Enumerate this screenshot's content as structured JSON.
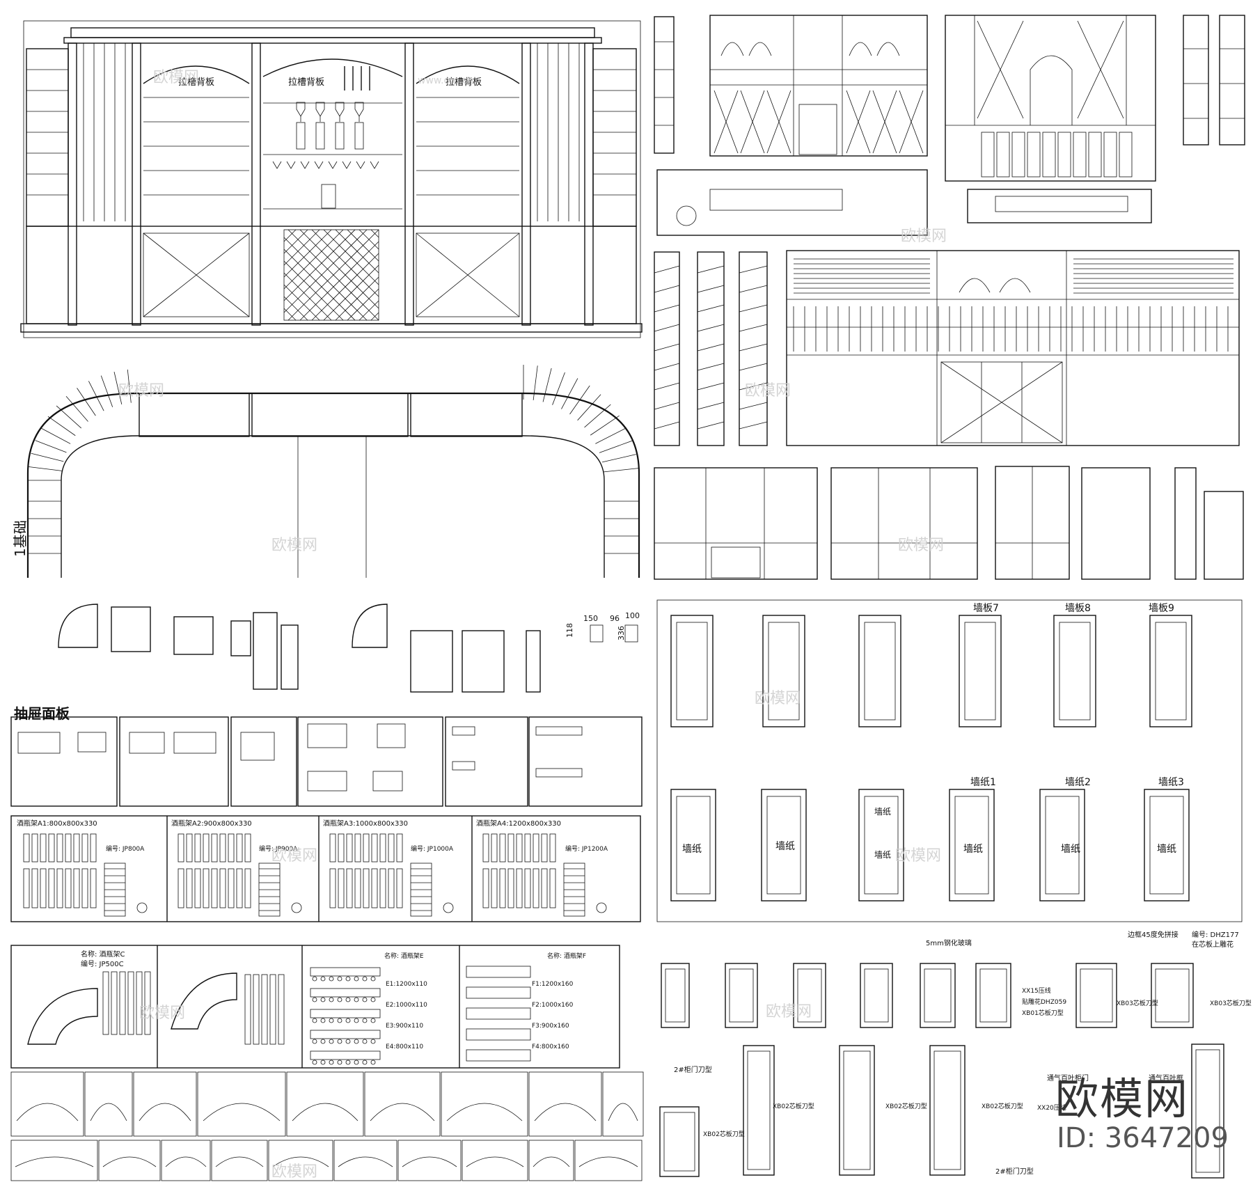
{
  "labels": {
    "back_panel": "拉槽背板",
    "foundation": "1基础",
    "drawer_panel": "抽屉面板",
    "wall_panel_7": "墙板7",
    "wall_panel_8": "墙板8",
    "wall_panel_9": "墙板9",
    "wallpaper_1": "墙纸1",
    "wallpaper_2": "墙纸2",
    "wallpaper_3": "墙纸3",
    "wallpaper": "墙纸",
    "glass": "5mm钢化玻璃",
    "frame_code": "编号: DHZ177",
    "frame_note": "边框45度免拼接",
    "frame_note2": "在芯板上雕花",
    "door_cutter_2": "2#柜门刀型",
    "louver_door": "通气百叶柜门",
    "louver_frame": "通气百叶框",
    "xb02": "XB02芯板刀型",
    "xb03": "XB03芯板刀型",
    "xx15": "XX15压线",
    "relief": "贴雕花DHZ059",
    "xb01": "XB01芯板刀型",
    "xx20": "XX20压线"
  },
  "rack_labels": {
    "a1": "酒瓶架A1:800x800x330",
    "a2": "酒瓶架A2:900x800x330",
    "a3": "酒瓶架A3:1000x800x330",
    "a4": "酒瓶架A4:1200x800x330",
    "e1": "E1:1200x110",
    "e2": "E2:1000x110",
    "e3": "E3:900x110",
    "e4": "E4:800x110",
    "f1": "F1:1200x160",
    "f2": "F2:1000x160",
    "f3": "F3:900x160",
    "f4": "F4:800x160",
    "name_c": "名称: 酒瓶架C",
    "code_c": "编号: JP500C",
    "name_e": "名称: 酒瓶架E",
    "name_f": "名称: 酒瓶架F",
    "code_a1": "编号: JP800A",
    "code_a2": "编号: JP900A",
    "code_a3": "编号: JP1000A",
    "code_a4": "编号: JP1200A"
  },
  "dimensions": {
    "d150": "150",
    "d96": "96",
    "d118": "118",
    "d100": "100",
    "d336": "336"
  },
  "watermark": {
    "site": "欧模网",
    "domain": "www.om.cn"
  },
  "brand": {
    "name": "欧模网",
    "id": "ID: 3647209"
  }
}
